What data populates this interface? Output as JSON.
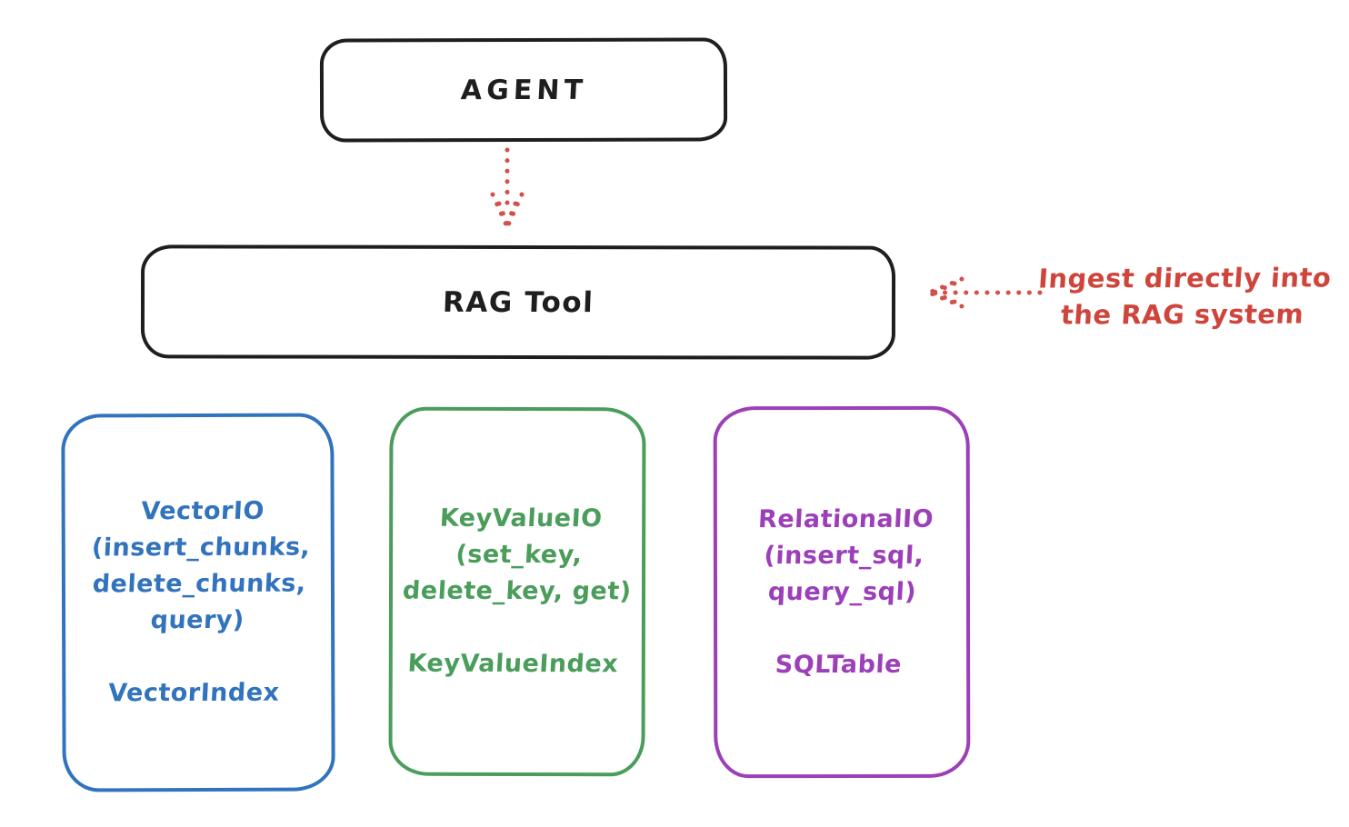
{
  "palette": {
    "stroke_black": "#1e1e1e",
    "accent_red": "#cf453c",
    "vector_blue": "#3273bd",
    "keyvalue_green": "#4a9d5a",
    "relational_purple": "#9c3fb8",
    "background": "#ffffff"
  },
  "agent": {
    "label": "AGENT"
  },
  "rag_tool": {
    "label": "RAG Tool"
  },
  "annotation": {
    "lines": [
      "Ingest directly into",
      "the RAG system"
    ]
  },
  "arrows": [
    {
      "name": "agent-to-rag-tool",
      "style": "dotted",
      "color": "#d5504a",
      "direction": "down"
    },
    {
      "name": "annotation-to-rag-tool",
      "style": "dotted",
      "color": "#d5504a",
      "direction": "left"
    }
  ],
  "stores": [
    {
      "title": "VectorIO",
      "methods": [
        "(insert_chunks,",
        "delete_chunks,",
        "query)"
      ],
      "index": "VectorIndex",
      "color": "#3273bd"
    },
    {
      "title": "KeyValueIO",
      "methods": [
        "(set_key,",
        "delete_key, get)"
      ],
      "index": "KeyValueIndex",
      "color": "#4a9d5a"
    },
    {
      "title": "RelationalIO",
      "methods": [
        "(insert_sql,",
        "query_sql)"
      ],
      "index": "SQLTable",
      "color": "#9c3fb8"
    }
  ]
}
